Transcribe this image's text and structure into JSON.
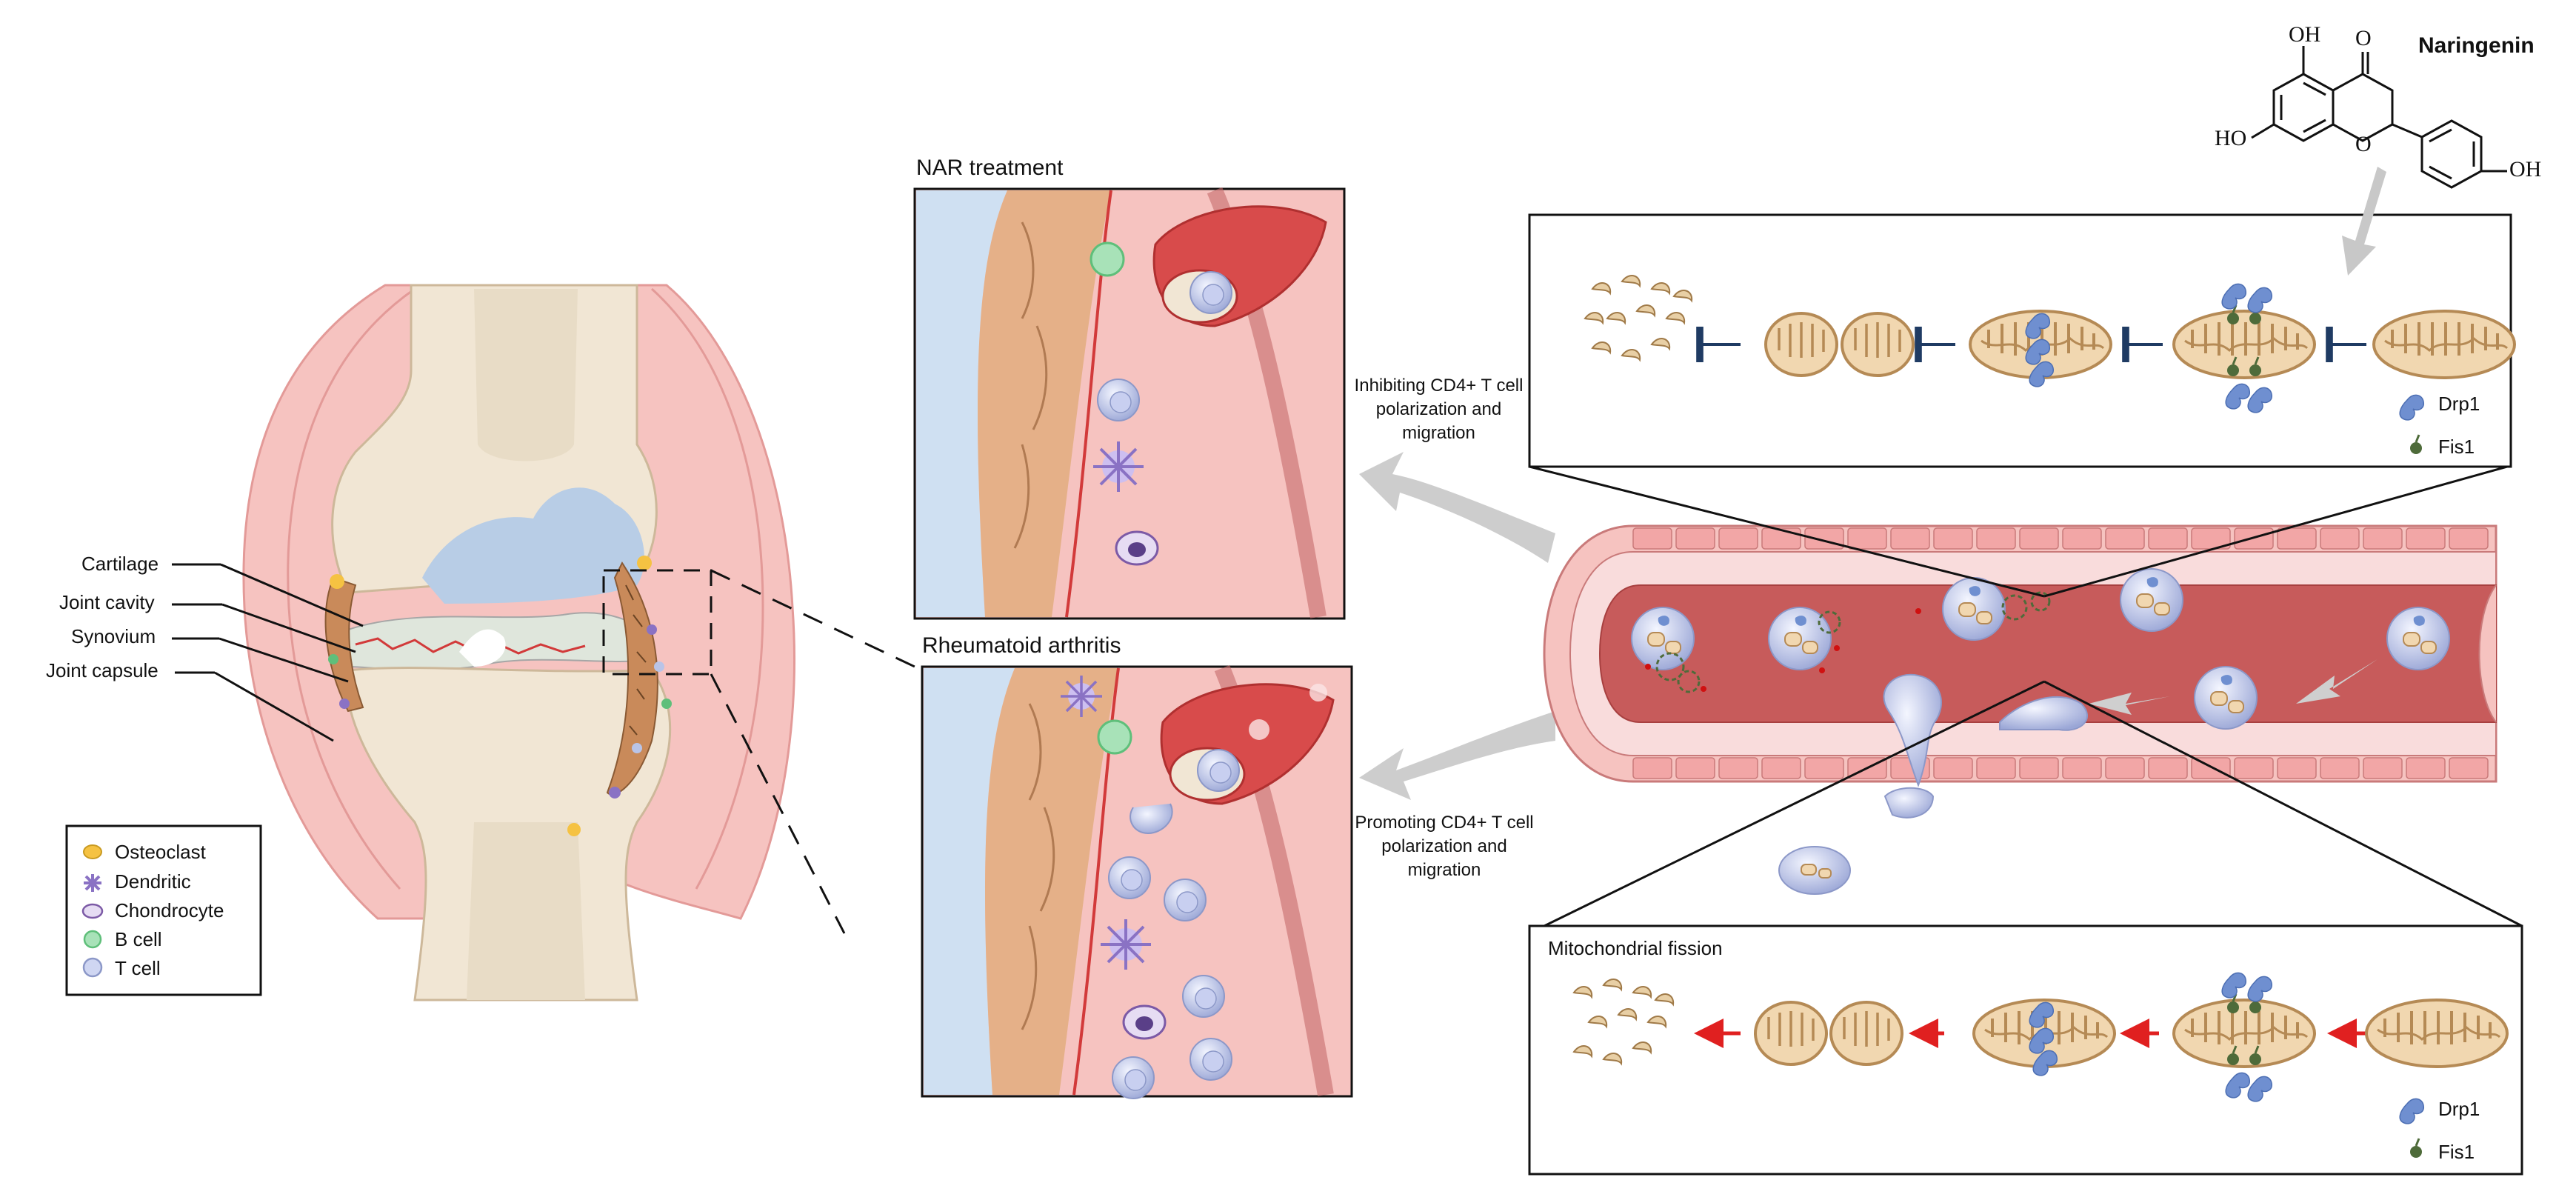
{
  "molecule": {
    "name": "Naringenin",
    "atom_labels": {
      "oh_top": "OH",
      "o_ketone": "O",
      "ho_left": "HO",
      "o_ring": "O",
      "oh_right": "OH"
    }
  },
  "joint": {
    "labels": [
      "Cartilage",
      "Joint cavity",
      "Synovium",
      "Joint capsule"
    ]
  },
  "legend": {
    "items": [
      {
        "label": "Osteoclast",
        "icon": "osteoclast-icon",
        "color": "#f5c242"
      },
      {
        "label": "Dendritic",
        "icon": "dendritic-icon",
        "color": "#8a72c4"
      },
      {
        "label": "Chondrocyte",
        "icon": "chondrocyte-icon",
        "color": "#7c5aa6"
      },
      {
        "label": "B cell",
        "icon": "b-cell-icon",
        "color": "#5fbf7a"
      },
      {
        "label": "T cell",
        "icon": "t-cell-icon",
        "color": "#b9c4e8"
      }
    ]
  },
  "panels": {
    "nar_title": "NAR treatment",
    "ra_title": "Rheumatoid arthritis"
  },
  "arrows": {
    "inhibit_text": "Inhibiting CD4+ T cell polarization and migration",
    "promote_text": "Promoting CD4+ T cell polarization and migration"
  },
  "fission_top": {
    "legend": [
      "Drp1",
      "Fis1"
    ]
  },
  "fission_bottom": {
    "title": "Mitochondrial fission",
    "legend": [
      "Drp1",
      "Fis1"
    ]
  },
  "colors": {
    "drp1": "#6f8fd0",
    "fis1": "#4e6b3a",
    "mito_fill": "#f1d7b0",
    "mito_edge": "#b58a55",
    "promote_arrow": "#e02020",
    "vessel_wall": "#e8a0a0",
    "lumen": "#c75b5b"
  }
}
